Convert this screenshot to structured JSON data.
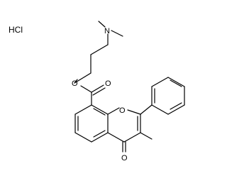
{
  "molecule": {
    "salt": "HCl",
    "atoms": {
      "nitrogen": "N",
      "ester_oxygen": "O",
      "carbonyl_oxygen": "O",
      "ring_oxygen": "O",
      "ketone_oxygen": "O"
    }
  }
}
